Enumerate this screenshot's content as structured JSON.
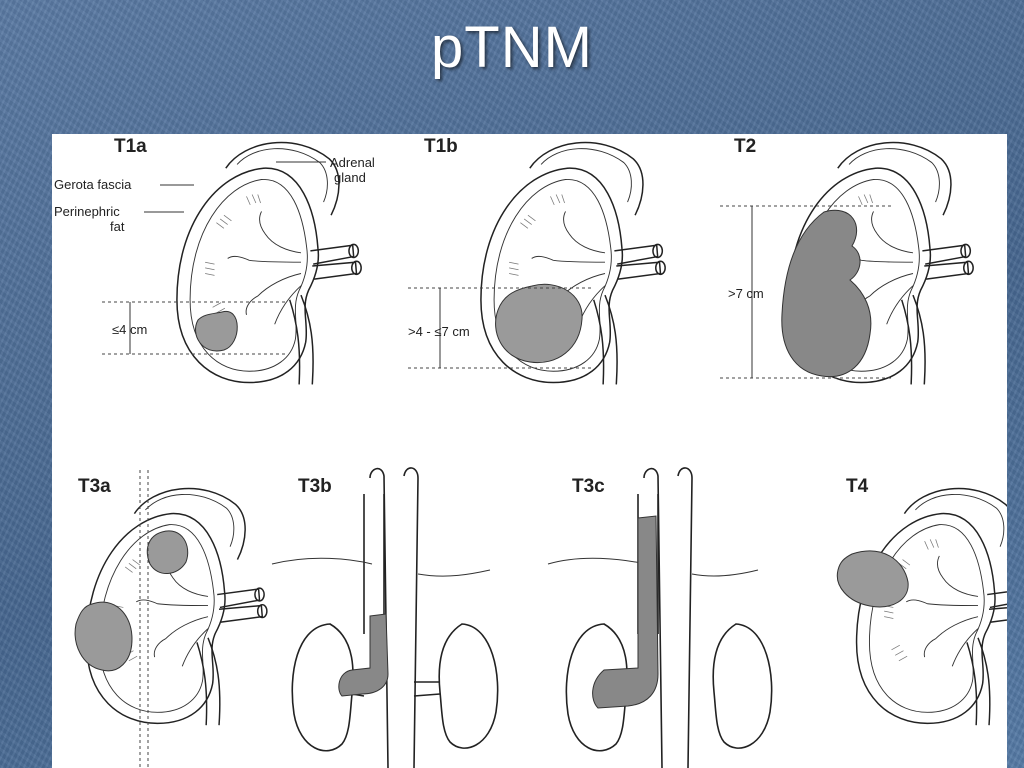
{
  "slide": {
    "title": "pTNM"
  },
  "panels": {
    "t1a": {
      "label": "T1a",
      "size_label": "≤4 cm",
      "annotations": {
        "gerota": "Gerota fascia",
        "perinephric_1": "Perinephric",
        "perinephric_2": "fat",
        "adrenal_1": "Adrenal",
        "adrenal_2": "gland"
      }
    },
    "t1b": {
      "label": "T1b",
      "size_label": ">4 - ≤7 cm"
    },
    "t2": {
      "label": "T2",
      "size_label": ">7 cm"
    },
    "t3a": {
      "label": "T3a"
    },
    "t3b": {
      "label": "T3b"
    },
    "t3c": {
      "label": "T3c"
    },
    "t4": {
      "label": "T4"
    }
  },
  "colors": {
    "background": "#4f6f98",
    "panel": "#ffffff",
    "tumor": "#9a9a9a",
    "title": "#ffffff"
  }
}
